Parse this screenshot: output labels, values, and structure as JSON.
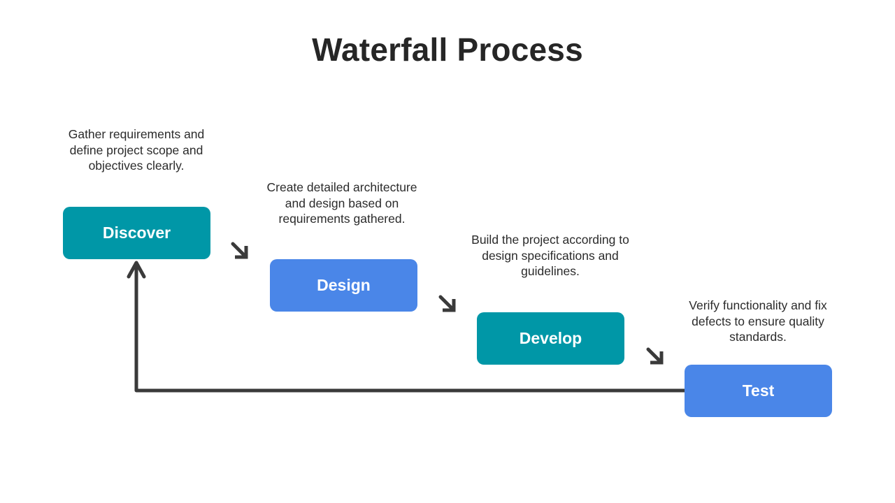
{
  "title": "Waterfall Process",
  "colors": {
    "teal": "#0097A7",
    "blue": "#4A86E8",
    "arrow": "#3a3a3a"
  },
  "steps": [
    {
      "label": "Discover",
      "description": "Gather requirements and define project scope and objectives clearly.",
      "color": "#0097A7"
    },
    {
      "label": "Design",
      "description": "Create detailed architecture and design based on requirements gathered.",
      "color": "#4A86E8"
    },
    {
      "label": "Develop",
      "description": "Build the project according to design specifications and guidelines.",
      "color": "#0097A7"
    },
    {
      "label": "Test",
      "description": "Verify functionality and fix defects to ensure quality standards.",
      "color": "#4A86E8"
    }
  ],
  "icons": {
    "step_arrow": "arrow-down-right-icon",
    "loop_arrow": "feedback-loop-arrow"
  }
}
